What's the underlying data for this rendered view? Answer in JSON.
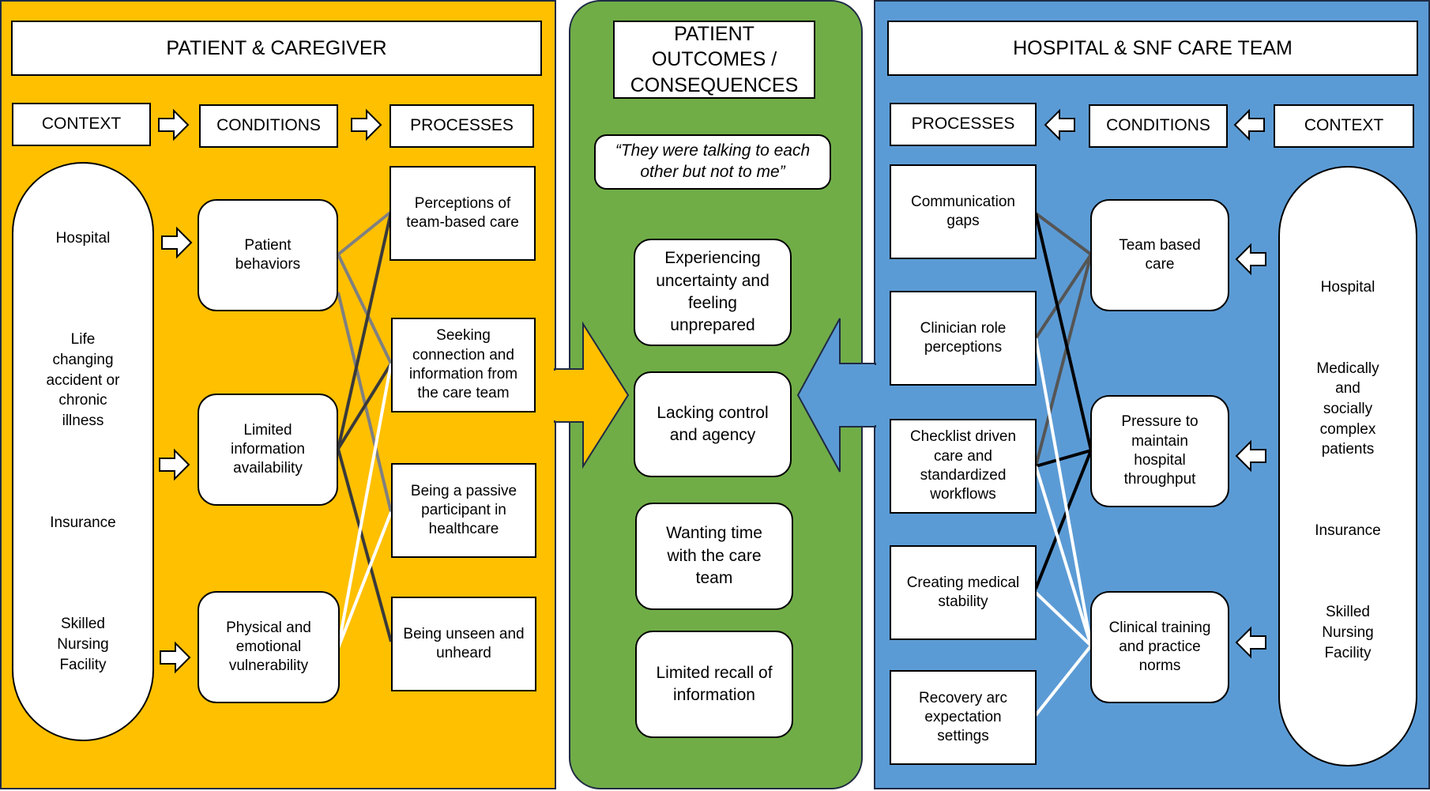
{
  "colors": {
    "left_panel": "#FFC000",
    "middle_panel": "#70AD47",
    "right_panel": "#5B9BD5",
    "line_dark": "#3a3a3a",
    "line_gray": "#808080",
    "line_white": "#ffffff",
    "line_black": "#000000"
  },
  "left": {
    "title": "PATIENT & CAREGIVER",
    "context_label": "CONTEXT",
    "conditions_label": "CONDITIONS",
    "processes_label": "PROCESSES",
    "context_items": [
      "Hospital",
      "Life changing accident or chronic illness",
      "Insurance",
      "Skilled Nursing Facility"
    ],
    "conditions": [
      "Patient behaviors",
      "Limited information availability",
      "Physical and emotional vulnerability"
    ],
    "processes": [
      "Perceptions of team-based care",
      "Seeking connection and information from the care team",
      "Being a passive participant in healthcare",
      "Being unseen and unheard"
    ]
  },
  "middle": {
    "title": "PATIENT OUTCOMES / CONSEQUENCES",
    "quote": "“They were talking to each other but not to me”",
    "outcomes": [
      "Experiencing uncertainty and feeling unprepared",
      "Lacking control and agency",
      "Wanting time with the care team",
      "Limited recall of information"
    ]
  },
  "right": {
    "title": "HOSPITAL & SNF CARE TEAM",
    "processes_label": "PROCESSES",
    "conditions_label": "CONDITIONS",
    "context_label": "CONTEXT",
    "processes": [
      "Communication gaps",
      "Clinician role perceptions",
      "Checklist driven care and standardized workflows",
      "Creating medical stability",
      "Recovery arc expectation settings"
    ],
    "conditions": [
      "Team based care",
      "Pressure to maintain hospital throughput",
      "Clinical training and practice norms"
    ],
    "context_items": [
      "Hospital",
      "Medically and socially complex patients",
      "Insurance",
      "Skilled Nursing Facility"
    ]
  }
}
